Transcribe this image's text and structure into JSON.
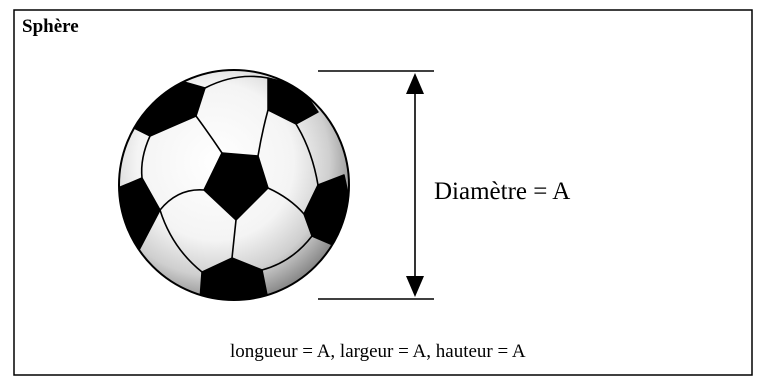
{
  "figure": {
    "title": "Sphère",
    "dimension_label": "Diamètre = A",
    "caption": "longueur = A, largeur = A, hauteur = A"
  },
  "icons": {
    "ball": "soccer-ball-icon",
    "arrow": "double-arrow-icon"
  },
  "colors": {
    "stroke": "#000000",
    "background": "#ffffff"
  }
}
